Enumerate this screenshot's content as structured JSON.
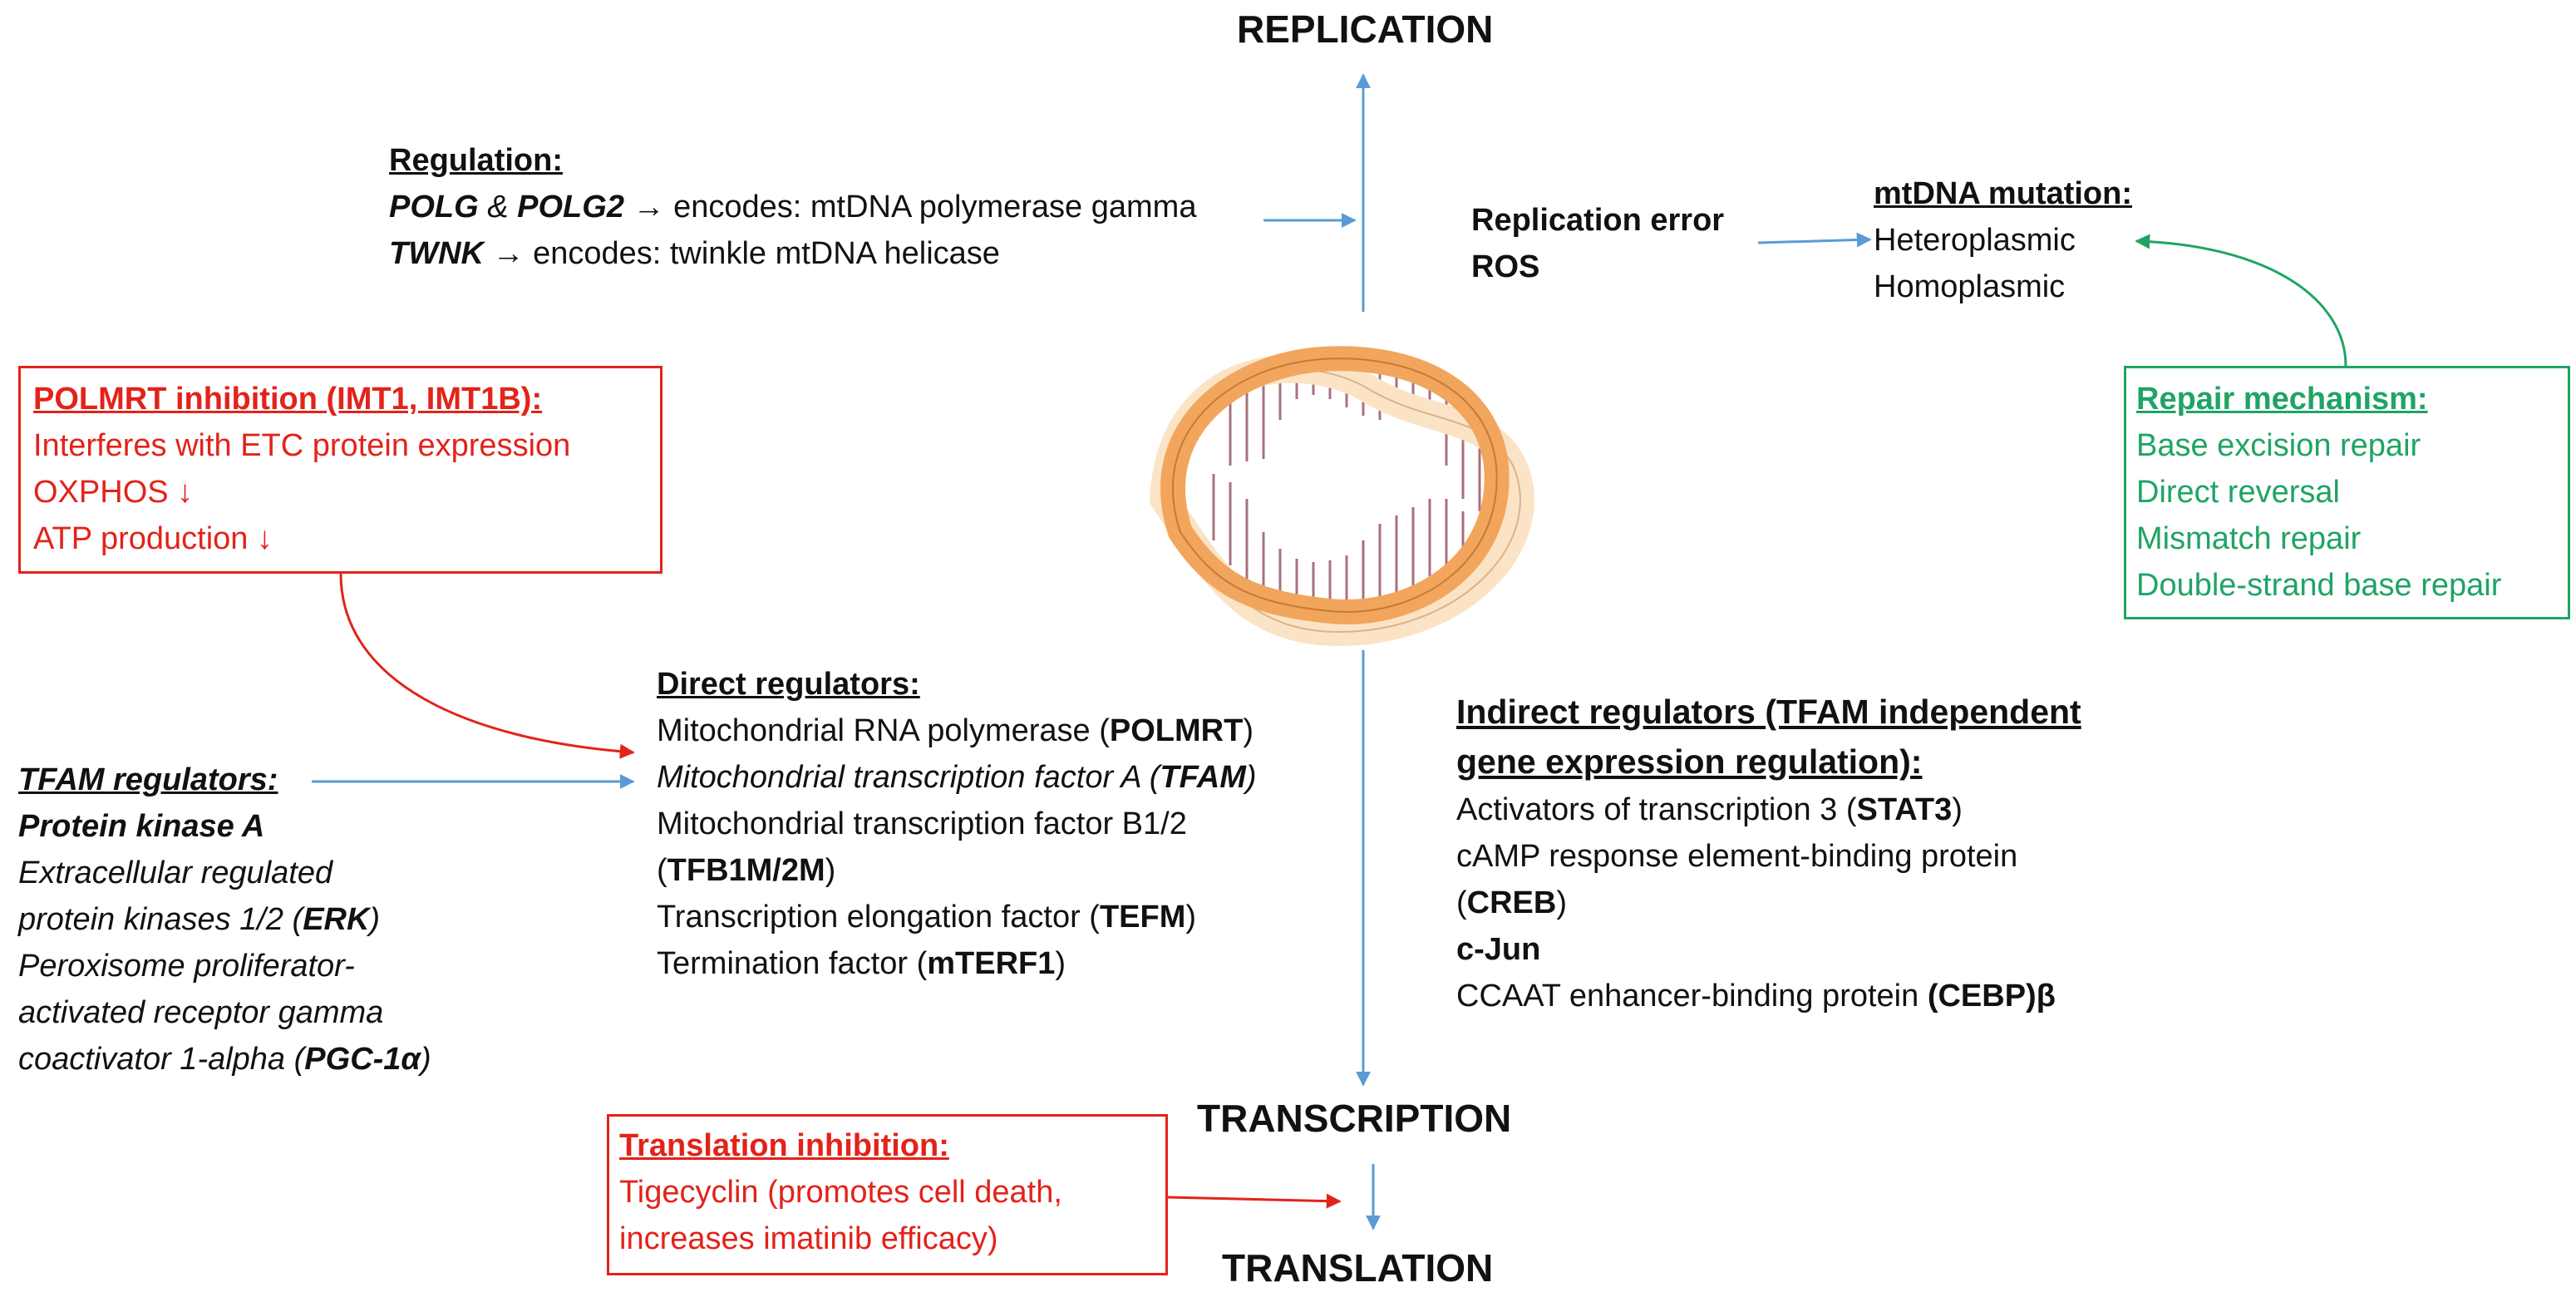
{
  "headings": {
    "replication": "REPLICATION",
    "transcription": "TRANSCRIPTION",
    "translation": "TRANSLATION"
  },
  "regulation": {
    "title": "Regulation:",
    "line1": {
      "g1": "POLG",
      "amp": " & ",
      "g2": "POLG2",
      "rest": " → encodes: mtDNA polymerase gamma"
    },
    "line2": {
      "g": "TWNK",
      "rest": " → encodes: twinkle mtDNA helicase"
    }
  },
  "error": {
    "line1": "Replication error",
    "line2": "ROS"
  },
  "mutation": {
    "title": "mtDNA mutation:",
    "items": [
      "Heteroplasmic",
      "Homoplasmic"
    ]
  },
  "repair": {
    "title": "Repair mechanism:",
    "items": [
      "Base excision repair",
      "Direct reversal",
      "Mismatch repair",
      "Double-strand base repair"
    ]
  },
  "polmrt_inhibition": {
    "title": "POLMRT inhibition (IMT1, IMT1B):",
    "items": [
      "Interferes with ETC protein expression",
      "OXPHOS ↓",
      "ATP production ↓"
    ]
  },
  "direct": {
    "title": "Direct regulators:",
    "l1": {
      "text": "Mitochondrial RNA polymerase (",
      "bold": "POLMRT",
      "end": ")"
    },
    "l2": {
      "text": "Mitochondrial transcription factor A (",
      "bold": "TFAM",
      "end": ")"
    },
    "l3": "Mitochondrial transcription factor B1/2",
    "l4": {
      "open": "(",
      "bold": "TFB1M/2M",
      "end": ")"
    },
    "l5": {
      "text": "Transcription elongation factor (",
      "bold": "TEFM",
      "end": ")"
    },
    "l6": {
      "text": "Termination factor (",
      "bold": "mTERF1",
      "end": ")"
    }
  },
  "tfam": {
    "title": "TFAM regulators:",
    "l1": "Protein kinase A",
    "l2": "Extracellular regulated",
    "l3": {
      "text": "protein kinases 1/2 (",
      "bold": "ERK",
      "end": ")"
    },
    "l4": "Peroxisome proliferator-",
    "l5": "activated receptor gamma",
    "l6": {
      "text": "coactivator 1-alpha (",
      "bold": "PGC-1α",
      "end": ")"
    }
  },
  "indirect": {
    "title1": "Indirect regulators  (TFAM independent",
    "title2": "gene expression regulation):",
    "l1": {
      "text": "Activators of transcription 3 (",
      "bold": "STAT3",
      "end": ")"
    },
    "l2": "cAMP response element-binding protein",
    "l3": {
      "open": "(",
      "bold": "CREB",
      "end": ")"
    },
    "l4": "c-Jun",
    "l5": {
      "text": "CCAAT enhancer-binding protein ",
      "bold": "(CEBP)β"
    }
  },
  "translation_inhibition": {
    "title": "Translation inhibition:",
    "items": [
      "Tigecyclin (promotes cell death,",
      "increases imatinib efficacy)"
    ]
  },
  "colors": {
    "blue": "#5b9bd5",
    "red": "#e2231a",
    "green": "#1fa464",
    "dna_orange": "#f2a55c",
    "dna_light": "#fbe3c6",
    "dna_rung": "#a9707d"
  }
}
